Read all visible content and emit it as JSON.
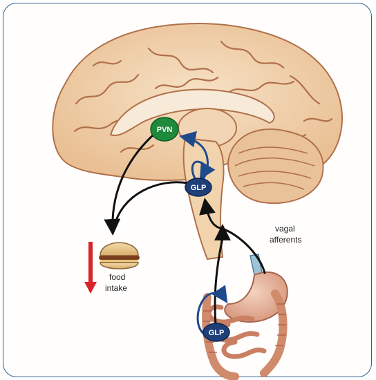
{
  "nodes": {
    "pvn": "PVN",
    "glp_brain": "GLP",
    "glp_gut": "GLP"
  },
  "labels": {
    "vagal_line1": "vagal",
    "vagal_line2": "afferents",
    "food_line1": "food",
    "food_line2": "intake"
  },
  "colors": {
    "frame": "#2a5f8f",
    "pvn": "#1f8a3c",
    "glp": "#1f3f78",
    "arrow_dark": "#111111",
    "arrow_blue": "#1f4a8c",
    "decrease_arrow": "#d8232a",
    "brain": "#f1d3ad",
    "brain_outline": "#b0704a"
  },
  "icons": {
    "food": "burger-icon",
    "down_arrow": "decrease-arrow-icon"
  }
}
